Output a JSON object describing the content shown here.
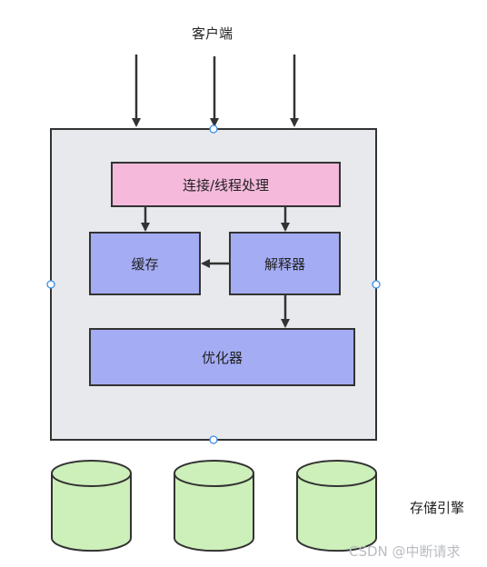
{
  "diagram": {
    "client_label": "客户端",
    "connection_label": "连接/线程处理",
    "cache_label": "缓存",
    "parser_label": "解释器",
    "optimizer_label": "优化器",
    "storage_label": "存储引擎"
  },
  "watermark": {
    "text": "CSDN @中断请求"
  },
  "colors": {
    "server_fill": "#e7e9ec",
    "server_stroke": "#333333",
    "connection_fill": "#f5b9dc",
    "module_fill": "#a4acf4",
    "storage_fill": "#cdefb9",
    "arrow": "#333333",
    "handle_stroke": "#3b8ee6"
  }
}
